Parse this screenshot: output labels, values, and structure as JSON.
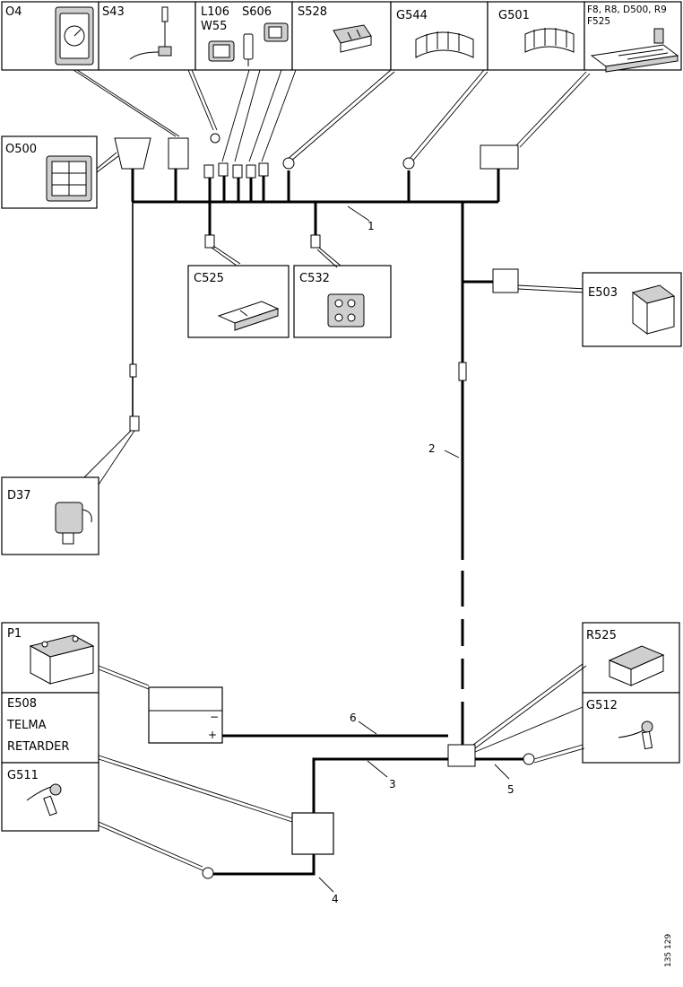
{
  "components": {
    "o4": "O4",
    "s43": "S43",
    "l106": "L106",
    "s606": "S606",
    "w55": "W55",
    "s528": "S528",
    "g544": "G544",
    "g501": "G501",
    "fuses_line1": "F8, R8, D500, R9",
    "fuses_line2": "F525",
    "o500": "O500",
    "c525": "C525",
    "c532": "C532",
    "e503": "E503",
    "d37": "D37",
    "p1": "P1",
    "e508_line1": "E508",
    "e508_line2": "TELMA",
    "e508_line3": "RETARDER",
    "g511": "G511",
    "r525": "R525",
    "g512": "G512"
  },
  "wires": {
    "w1": "1",
    "w2": "2",
    "w3": "3",
    "w4": "4",
    "w5": "5",
    "w6": "6"
  },
  "battery": {
    "minus": "−",
    "plus": "+"
  },
  "figure_code": "135 129"
}
